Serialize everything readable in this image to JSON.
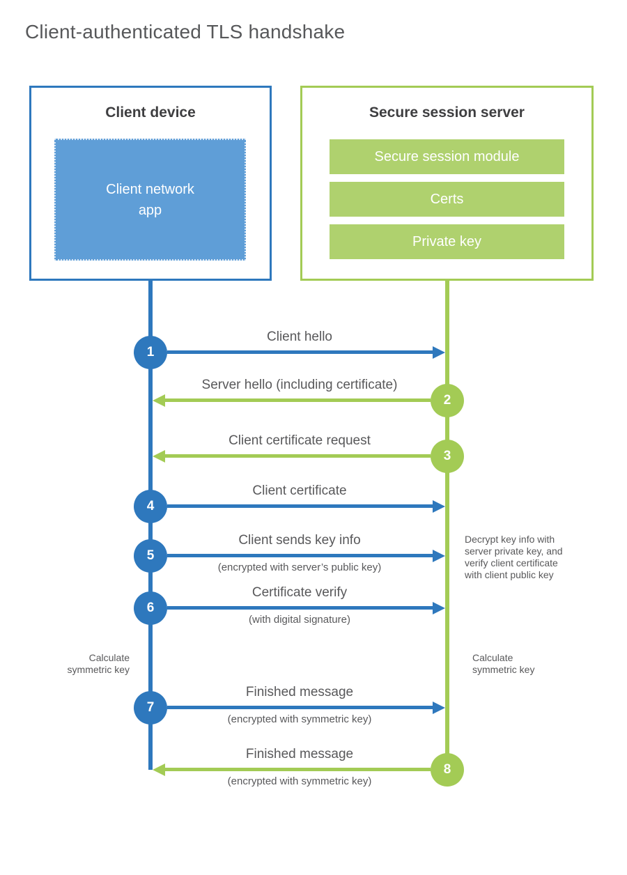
{
  "title": "Client-authenticated TLS handshake",
  "colors": {
    "blue": "#2e78bd",
    "blue_fill": "#5f9ed7",
    "green": "#a3cb55",
    "green_fill": "#afd16e",
    "text": "#58585a"
  },
  "client_box": {
    "title": "Client device",
    "app_label": "Client network\napp"
  },
  "server_box": {
    "title": "Secure session server",
    "modules": [
      "Secure session module",
      "Certs",
      "Private key"
    ]
  },
  "messages": [
    {
      "num": "1",
      "direction": "client-to-server",
      "label": "Client hello",
      "sub": ""
    },
    {
      "num": "2",
      "direction": "server-to-client",
      "label": "Server hello (including certificate)",
      "sub": ""
    },
    {
      "num": "3",
      "direction": "server-to-client",
      "label": "Client certificate request",
      "sub": ""
    },
    {
      "num": "4",
      "direction": "client-to-server",
      "label": "Client certificate",
      "sub": ""
    },
    {
      "num": "5",
      "direction": "client-to-server",
      "label": "Client sends key info",
      "sub": "(encrypted with server’s public key)"
    },
    {
      "num": "6",
      "direction": "client-to-server",
      "label": "Certificate verify",
      "sub": "(with digital signature)"
    },
    {
      "num": "7",
      "direction": "client-to-server",
      "label": "Finished message",
      "sub": "(encrypted with symmetric key)"
    },
    {
      "num": "8",
      "direction": "server-to-client",
      "label": "Finished message",
      "sub": "(encrypted with symmetric key)"
    }
  ],
  "annotations": {
    "decrypt_note": "Decrypt key info with\nserver private key, and\nverify client certificate\nwith client public key",
    "calculate_left": "Calculate\nsymmetric key",
    "calculate_right": "Calculate\nsymmetric key"
  }
}
